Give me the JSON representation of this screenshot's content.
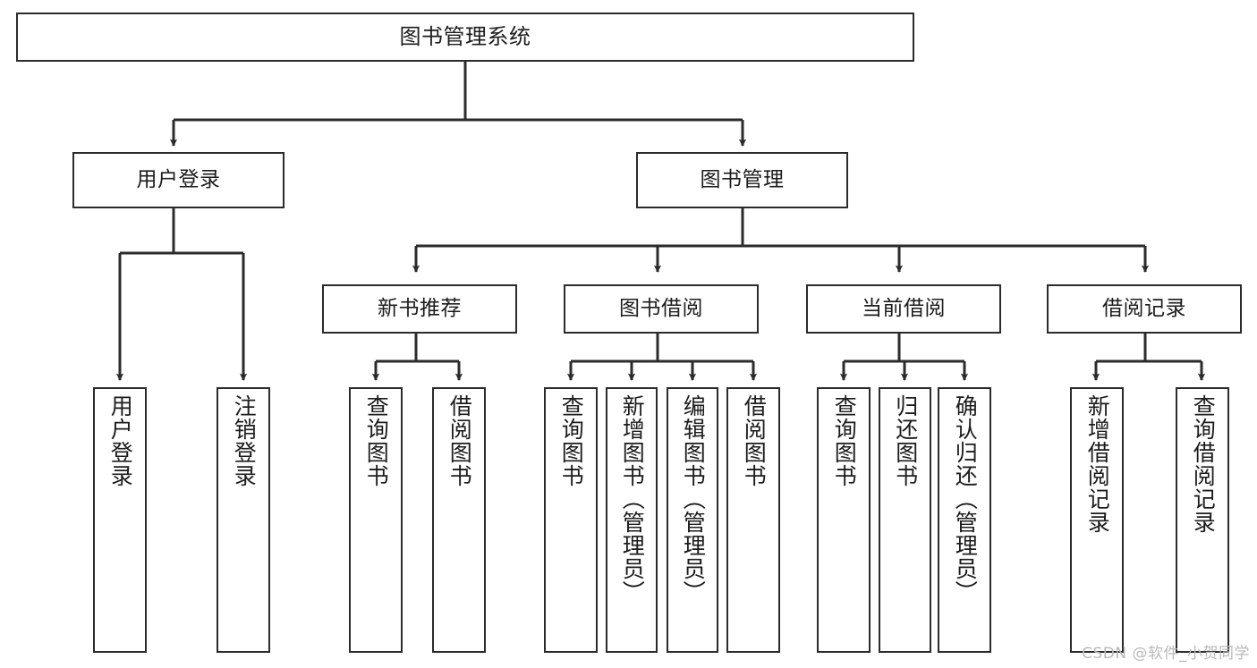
{
  "diagram": {
    "title": "图书管理系统",
    "type": "hierarchy-tree",
    "watermark": "CSDN @软件_小贺同学",
    "colors": {
      "border": "#2b2b2b",
      "background": "#ffffff",
      "text": "#1c1c1c",
      "watermark": "#b9b9b9"
    },
    "nodes": {
      "root": {
        "label": "图书管理系统"
      },
      "level2": [
        {
          "label": "用户登录"
        },
        {
          "label": "图书管理"
        }
      ],
      "level3": [
        {
          "label": "新书推荐"
        },
        {
          "label": "图书借阅"
        },
        {
          "label": "当前借阅"
        },
        {
          "label": "借阅记录"
        }
      ],
      "leaves": {
        "user_login": [
          {
            "label": "用户登录"
          },
          {
            "label": "注销登录"
          }
        ],
        "new_book": [
          {
            "label": "查询图书"
          },
          {
            "label": "借阅图书"
          }
        ],
        "book_borrow": [
          {
            "label": "查询图书"
          },
          {
            "label": "新增图书（管理员）"
          },
          {
            "label": "编辑图书（管理员）"
          },
          {
            "label": "借阅图书"
          }
        ],
        "current_borrow": [
          {
            "label": "查询图书"
          },
          {
            "label": "归还图书"
          },
          {
            "label": "确认归还（管理员）"
          }
        ],
        "borrow_record": [
          {
            "label": "新增借阅记录"
          },
          {
            "label": "查询借阅记录"
          }
        ]
      }
    }
  }
}
